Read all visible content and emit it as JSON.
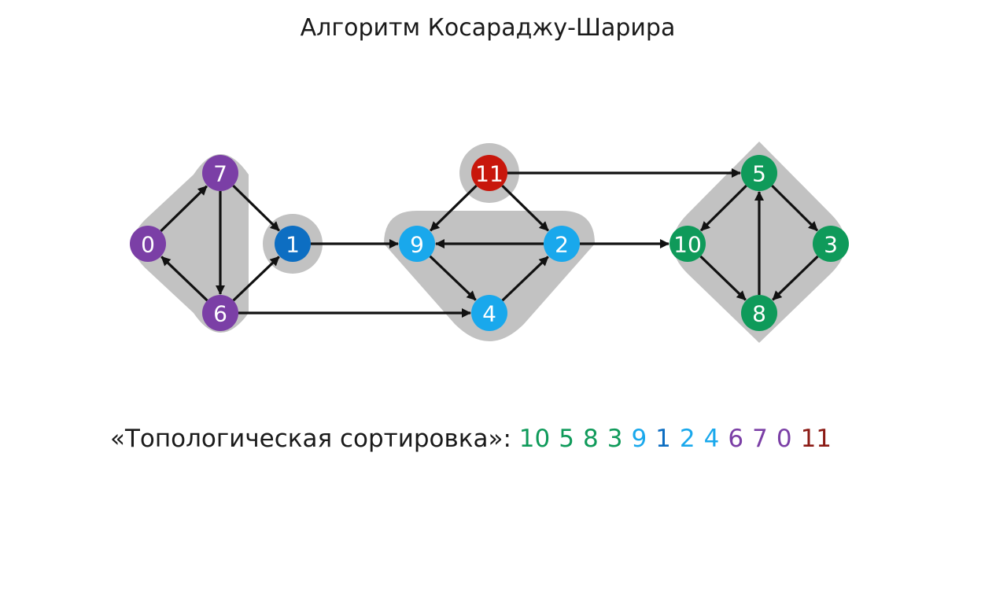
{
  "title": "Алгоритм Косараджу-Шарира",
  "nodes": [
    {
      "id": "0",
      "label": "0",
      "color": "#7b3fa6"
    },
    {
      "id": "7",
      "label": "7",
      "color": "#7b3fa6"
    },
    {
      "id": "6",
      "label": "6",
      "color": "#7b3fa6"
    },
    {
      "id": "1",
      "label": "1",
      "color": "#0d6ec2"
    },
    {
      "id": "11",
      "label": "11",
      "color": "#c8170c"
    },
    {
      "id": "9",
      "label": "9",
      "color": "#19a8ec"
    },
    {
      "id": "2",
      "label": "2",
      "color": "#19a8ec"
    },
    {
      "id": "4",
      "label": "4",
      "color": "#19a8ec"
    },
    {
      "id": "5",
      "label": "5",
      "color": "#0f9a5a"
    },
    {
      "id": "10",
      "label": "10",
      "color": "#0f9a5a"
    },
    {
      "id": "3",
      "label": "3",
      "color": "#0f9a5a"
    },
    {
      "id": "8",
      "label": "8",
      "color": "#0f9a5a"
    }
  ],
  "edges": [
    {
      "from": "0",
      "to": "7"
    },
    {
      "from": "7",
      "to": "6"
    },
    {
      "from": "6",
      "to": "0"
    },
    {
      "from": "7",
      "to": "1"
    },
    {
      "from": "6",
      "to": "1"
    },
    {
      "from": "6",
      "to": "4"
    },
    {
      "from": "1",
      "to": "9"
    },
    {
      "from": "11",
      "to": "9"
    },
    {
      "from": "11",
      "to": "2"
    },
    {
      "from": "11",
      "to": "5"
    },
    {
      "from": "2",
      "to": "9"
    },
    {
      "from": "9",
      "to": "4"
    },
    {
      "from": "4",
      "to": "2"
    },
    {
      "from": "2",
      "to": "10"
    },
    {
      "from": "5",
      "to": "10"
    },
    {
      "from": "5",
      "to": "3"
    },
    {
      "from": "10",
      "to": "8"
    },
    {
      "from": "3",
      "to": "8"
    },
    {
      "from": "8",
      "to": "5"
    }
  ],
  "components": [
    {
      "nodes": [
        "0",
        "7",
        "6"
      ]
    },
    {
      "nodes": [
        "1"
      ]
    },
    {
      "nodes": [
        "11"
      ]
    },
    {
      "nodes": [
        "9",
        "2",
        "4"
      ]
    },
    {
      "nodes": [
        "5",
        "10",
        "3",
        "8"
      ]
    }
  ],
  "order": {
    "label": "«Топологическая сортировка»:",
    "items": [
      {
        "value": "10",
        "color": "#0f9a5a"
      },
      {
        "value": "5",
        "color": "#0f9a5a"
      },
      {
        "value": "8",
        "color": "#0f9a5a"
      },
      {
        "value": "3",
        "color": "#0f9a5a"
      },
      {
        "value": "9",
        "color": "#19a8ec"
      },
      {
        "value": "1",
        "color": "#0d6ec2"
      },
      {
        "value": "2",
        "color": "#19a8ec"
      },
      {
        "value": "4",
        "color": "#19a8ec"
      },
      {
        "value": "6",
        "color": "#7b3fa6"
      },
      {
        "value": "7",
        "color": "#7b3fa6"
      },
      {
        "value": "0",
        "color": "#7b3fa6"
      },
      {
        "value": "11",
        "color": "#8b1a14"
      }
    ]
  },
  "colors": {
    "component_fill": "#c2c2c2",
    "edge": "#111111"
  }
}
